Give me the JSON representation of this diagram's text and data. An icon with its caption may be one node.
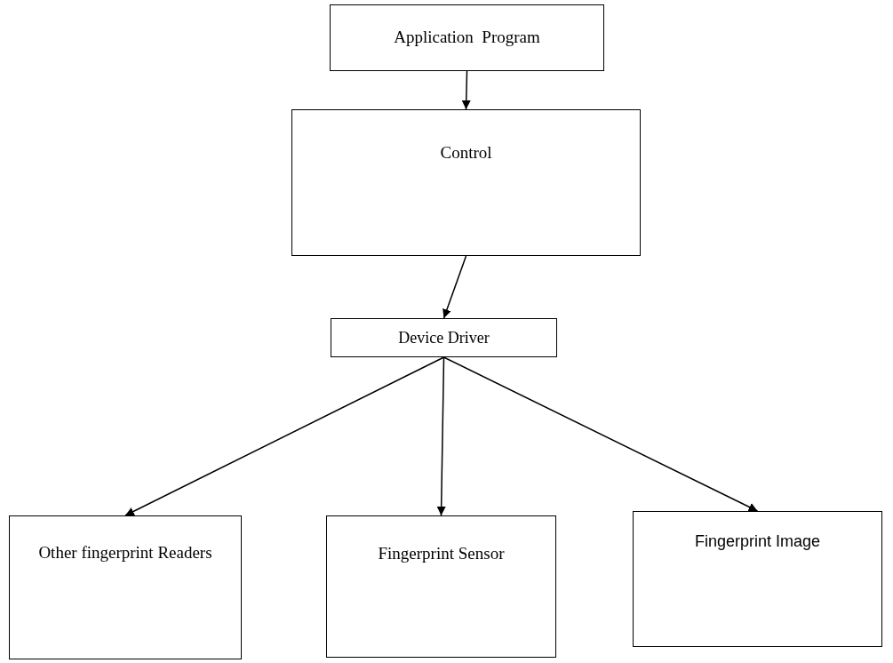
{
  "diagram": {
    "nodes": [
      {
        "text": [
          "Application  Program"
        ]
      },
      {
        "text": [
          "Control"
        ]
      },
      {
        "text": [
          "Device Driver"
        ]
      },
      {
        "text": [
          "Other fingerprint Readers"
        ]
      },
      {
        "text": [
          "Fingerprint Sensor"
        ]
      },
      {
        "text": [
          "Fingerprint Image"
        ]
      }
    ],
    "edges": [
      {
        "from": 0,
        "to": 1,
        "arrow": "to"
      },
      {
        "from": 1,
        "to": 2,
        "arrow": "to"
      },
      {
        "from": 2,
        "to": 3,
        "arrow": "to"
      },
      {
        "from": 2,
        "to": 4,
        "arrow": "to"
      },
      {
        "from": 2,
        "to": 5,
        "arrow": "to"
      }
    ]
  }
}
